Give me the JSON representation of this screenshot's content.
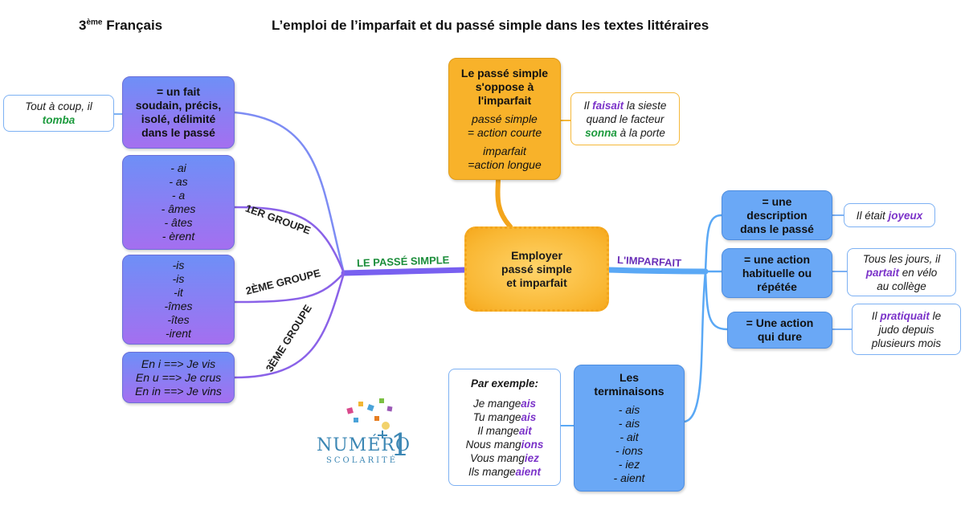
{
  "header": {
    "level_num": "3",
    "level_sup": "ème",
    "level_subject": " Français",
    "title": "L’emploi de l’imparfait et du passé simple dans les textes littéraires"
  },
  "center": {
    "lines": [
      "Employer",
      "passé simple",
      "et imparfait"
    ]
  },
  "branches": {
    "passe_simple": "LE PASSÉ SIMPLE",
    "imparfait": "L'IMPARFAIT",
    "groupe1": "1ER GROUPE",
    "groupe2": "2ÈME GROUPE",
    "groupe3": "3ÈME GROUPE"
  },
  "ps_fait": {
    "lines": [
      "= un fait",
      "soudain, précis,",
      "isolé, délimité",
      "dans le passé"
    ]
  },
  "ps_example": {
    "prefix": "Tout à coup, il",
    "verb": "tomba"
  },
  "g1_endings": [
    "- ai",
    "- as",
    "- a",
    "- âmes",
    "- âtes",
    "- èrent"
  ],
  "g2_endings": [
    "-is",
    "-is",
    "-it",
    "-îmes",
    "-îtes",
    "-irent"
  ],
  "g3_examples": [
    "En i ==> Je vis",
    "En u ==> Je crus",
    "En in ==> Je vins"
  ],
  "oppose": {
    "title_lines": [
      "Le passé simple",
      "s'oppose à",
      "l'imparfait"
    ],
    "ps_lines": [
      "passé simple",
      "= action courte"
    ],
    "imp_lines": [
      "imparfait",
      "=action longue"
    ]
  },
  "oppose_example": {
    "p1": "Il ",
    "v1": "faisait",
    "p2": " la sieste",
    "p3": "quand le facteur",
    "v2": "sonna",
    "p4": " à la porte"
  },
  "imp_description": {
    "lines": [
      "= une",
      "description",
      "dans le passé"
    ]
  },
  "imp_description_example": {
    "prefix": "Il était ",
    "verb": "joyeux"
  },
  "imp_habituelle": {
    "lines": [
      "= une action",
      "habituelle ou",
      "répétée"
    ]
  },
  "imp_habituelle_example": {
    "p1": "Tous les jours, il",
    "verb": "partait",
    "p2": " en vélo",
    "p3": "au collège"
  },
  "imp_dure": {
    "lines": [
      "= Une action",
      "qui dure"
    ]
  },
  "imp_dure_example": {
    "p1": "Il ",
    "verb": "pratiquait",
    "p2": " le",
    "p3": "judo depuis",
    "p4": "plusieurs mois"
  },
  "terminaisons": {
    "title_lines": [
      "Les",
      "terminaisons"
    ],
    "endings": [
      "- ais",
      "- ais",
      "- ait",
      "- ions",
      "- iez",
      "- aient"
    ]
  },
  "par_exemple": {
    "title": "Par exemple:",
    "rows": [
      {
        "stem": "Je mange",
        "end": "ais"
      },
      {
        "stem": "Tu mange",
        "end": "ais"
      },
      {
        "stem": "Il mange",
        "end": "ait"
      },
      {
        "stem": "Nous mang",
        "end": "ions"
      },
      {
        "stem": "Vous mang",
        "end": "iez"
      },
      {
        "stem": "Ils mange",
        "end": "aient"
      }
    ]
  },
  "logo": {
    "word1": "NUMÉRO",
    "digit": "1",
    "word2": "SCOLARITÉ"
  },
  "colors": {
    "purple_link": "#8e6ff0",
    "blue_link": "#5aa8f5",
    "orange_link": "#f3a51c",
    "green_text": "#1b9a3c",
    "purple_text": "#7b33c9"
  }
}
